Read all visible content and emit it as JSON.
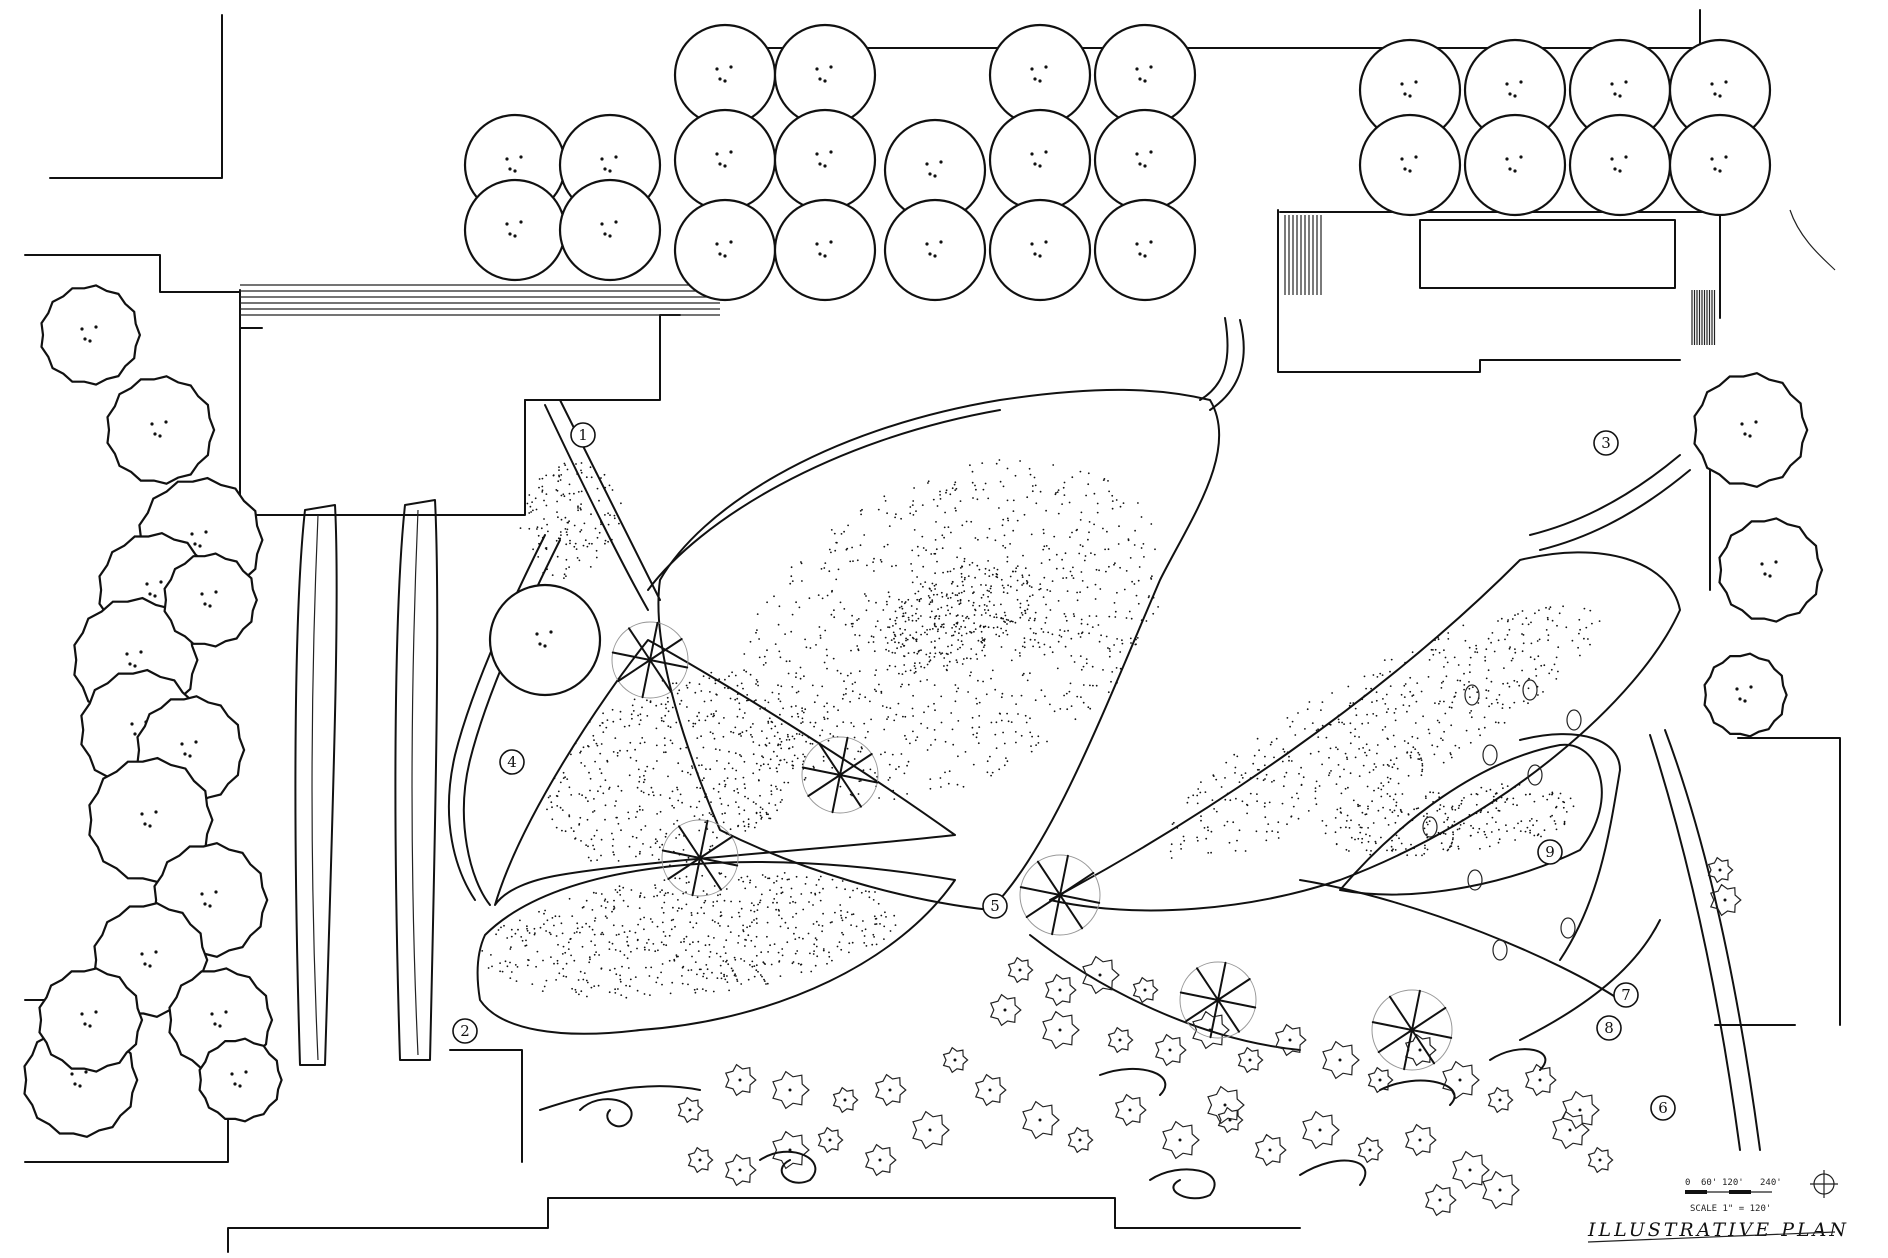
{
  "title": "ILLUSTRATIVE PLAN",
  "scale_label": "SCALE 1\" = 120'",
  "scale_ticks": [
    "0",
    "60'",
    "120'",
    "240'"
  ],
  "callouts": [
    "1",
    "2",
    "3",
    "4",
    "5",
    "6",
    "7",
    "8",
    "9"
  ],
  "line_color": "#111111",
  "paper_color": "#ffffff",
  "icons": {
    "north": "north-arrow-icon"
  }
}
